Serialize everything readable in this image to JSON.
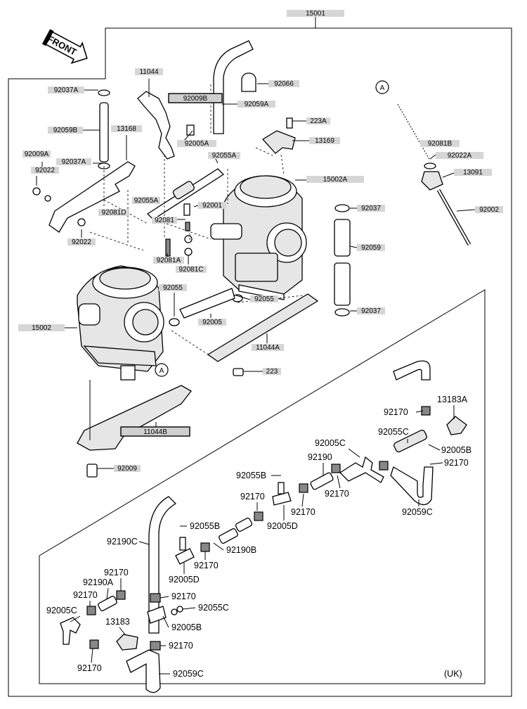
{
  "diagram": {
    "region_note": "(UK)",
    "front_label": "FRONT",
    "callout_letter": "A",
    "tags": {
      "t15001": "15001",
      "t11044": "11044",
      "t92066": "92066",
      "t92037A": "92037A",
      "t92009B": "92009B",
      "t92059A": "92059A",
      "t223A": "223A",
      "t92059B": "92059B",
      "t13168": "13168",
      "t92005A": "92005A",
      "t13169": "13169",
      "t92009A": "92009A",
      "t92037A_2": "92037A",
      "t92055A": "92055A",
      "t15002A": "15002A",
      "t92022": "92022",
      "t92081B": "92081B",
      "t92022A": "92022A",
      "t13091": "13091",
      "t92055A_2": "92055A",
      "t92001": "92001",
      "t92037": "92037",
      "t92002": "92002",
      "t92081D": "92081D",
      "t92081": "92081",
      "t92022_2": "92022",
      "t92059": "92059",
      "t92081A": "92081A",
      "t92081C": "92081C",
      "t92055": "92055",
      "t92055_2": "92055",
      "t92037_2": "92037",
      "t15002": "15002",
      "t92005": "92005",
      "t11044A": "11044A",
      "t223": "223",
      "t11044B": "11044B",
      "t92009": "92009"
    },
    "callouts": {
      "c13183A": "13183A",
      "c92170_a": "92170",
      "c92055C_a": "92055C",
      "c92005C_a": "92005C",
      "c92005B_a": "92005B",
      "c92190": "92190",
      "c92170_b": "92170",
      "c92055B_a": "92055B",
      "c92170_c": "92170",
      "c92170_d": "92170",
      "c92170_e": "92170",
      "c92059C_a": "92059C",
      "c92005D_a": "92005D",
      "c92190C": "92190C",
      "c92055B_b": "92055B",
      "c92190B": "92190B",
      "c92170_f": "92170",
      "c92005D_b": "92005D",
      "c92170_g": "92170",
      "c92190A": "92190A",
      "c92170_h": "92170",
      "c92170_i": "92170",
      "c92055C_b": "92055C",
      "c92005C_b": "92005C",
      "c13183": "13183",
      "c92005B_b": "92005B",
      "c92170_j": "92170",
      "c92170_k": "92170",
      "c92059C_b": "92059C"
    }
  }
}
